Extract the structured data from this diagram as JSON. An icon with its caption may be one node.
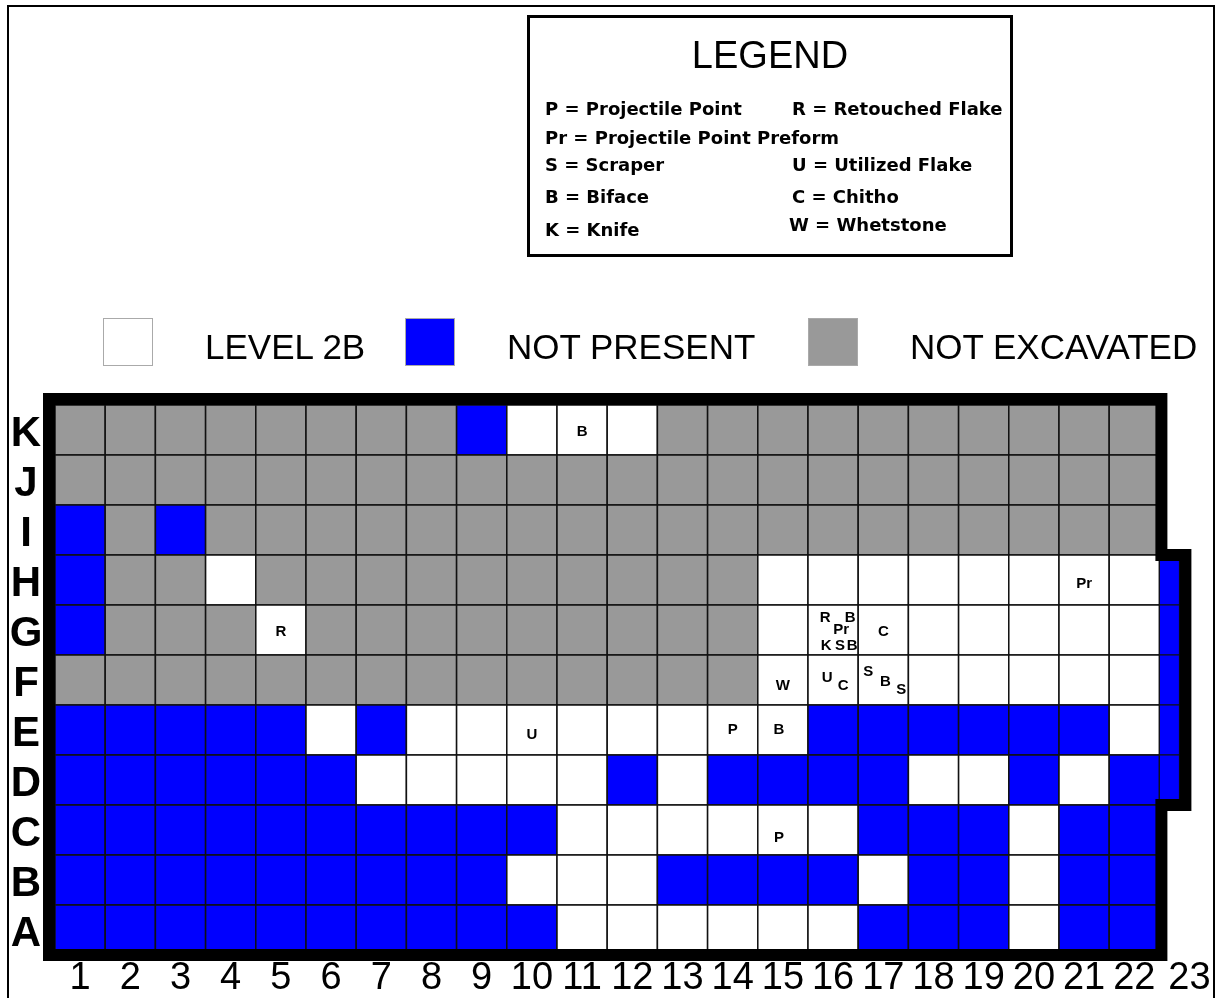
{
  "diagram": {
    "nodes": [
      {
        "text": [
          "LEGEND",
          "P = Projectile Point",
          "R = Retouched Flake",
          "Pr = Projectile Point Preform",
          "S = Scraper",
          "U = Utilized Flake",
          "B = Biface",
          "C = Chitho",
          "K = Knife",
          "W = Whetstone"
        ]
      }
    ],
    "edges": [],
    "labels": [
      "K",
      "B",
      "J",
      "I",
      "H",
      "Pr",
      "G",
      "R",
      "R",
      "Pr",
      "B",
      "K",
      "S",
      "B",
      "C",
      "F",
      "W",
      "U",
      "C",
      "S",
      "B",
      "S",
      "E",
      "U",
      "P",
      "B",
      "D",
      "C",
      "P",
      "B",
      "A",
      "1",
      "2",
      "3",
      "4",
      "5",
      "6",
      "7",
      "8",
      "9",
      "10",
      "11",
      "12",
      "13",
      "14",
      "15",
      "16",
      "17",
      "18",
      "19",
      "20",
      "21",
      "22",
      "23"
    ],
    "legend": [
      {
        "text": "LEVEL 2B",
        "color": "#ffffff"
      },
      {
        "text": "NOT PRESENT",
        "color": "#0000ff"
      },
      {
        "text": "NOT EXCAVATED",
        "color": "#999999"
      }
    ]
  }
}
